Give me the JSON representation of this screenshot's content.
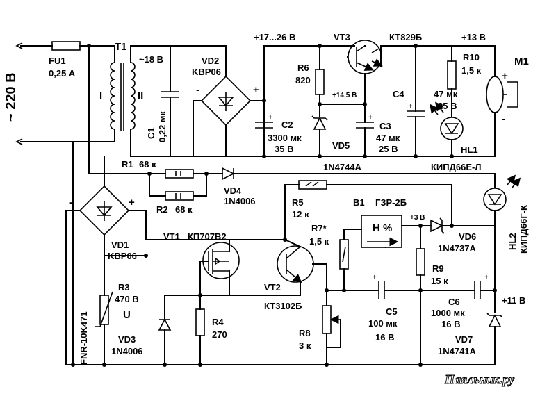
{
  "mains": {
    "voltage": "~ 220 В"
  },
  "rails": {
    "v17_26": "+17...26 В",
    "v13": "+13 В",
    "v14_5": "+14,5 В",
    "v3": "+3 В",
    "v11": "+11 В"
  },
  "FU1": {
    "ref": "FU1",
    "value": "0,25 А"
  },
  "T1": {
    "ref": "T1",
    "winding1": "I",
    "winding2": "II",
    "sec_voltage": "~18 В"
  },
  "VD2": {
    "ref": "VD2",
    "type": "KBP06"
  },
  "C1": {
    "ref": "C1",
    "value": "0,22 мк"
  },
  "C2": {
    "ref": "C2",
    "value": "3300 мк",
    "voltage": "35 В"
  },
  "R6": {
    "ref": "R6",
    "value": "820"
  },
  "VT3": {
    "ref": "VT3",
    "type": "КТ829Б"
  },
  "VD5": {
    "ref": "VD5",
    "type": "1N4744A"
  },
  "C3": {
    "ref": "C3",
    "value": "47 мк",
    "voltage": "25 В"
  },
  "C4": {
    "ref": "C4",
    "value": "47 мк",
    "voltage": "25 В"
  },
  "R10": {
    "ref": "R10",
    "value": "1,5 к"
  },
  "HL1": {
    "ref": "HL1",
    "type": "КИПД66Е-Л"
  },
  "M1": {
    "ref": "M1"
  },
  "R1": {
    "ref": "R1",
    "value": "68 к"
  },
  "R2": {
    "ref": "R2",
    "value": "68 к"
  },
  "VD4": {
    "ref": "VD4",
    "type": "1N4006"
  },
  "HL2": {
    "ref": "HL2",
    "type": "КИПД66Г-К"
  },
  "VD1": {
    "ref": "VD1",
    "type": "KBP06"
  },
  "R5": {
    "ref": "R5",
    "value": "12 к"
  },
  "B1": {
    "ref": "B1",
    "type": "ГЗР-2Б",
    "symbol": "H %"
  },
  "VT1": {
    "ref": "VT1",
    "type": "КП707В2"
  },
  "R7": {
    "ref": "R7*",
    "value": "1,5 к"
  },
  "VD6": {
    "ref": "VD6",
    "type": "1N4737A"
  },
  "R3": {
    "ref": "R3",
    "value": "470 В",
    "symbol": "U",
    "type": "FNR-10K471"
  },
  "VT2": {
    "ref": "VT2",
    "type": "КТ3102Б"
  },
  "R9": {
    "ref": "R9",
    "value": "15 к"
  },
  "R4": {
    "ref": "R4",
    "value": "270"
  },
  "C5": {
    "ref": "C5",
    "value": "100 мк",
    "voltage": "16 В"
  },
  "C6": {
    "ref": "C6",
    "value": "1000 мк",
    "voltage": "16 В"
  },
  "VD3": {
    "ref": "VD3",
    "type": "1N4006"
  },
  "R8": {
    "ref": "R8",
    "value": "3 к"
  },
  "VD7": {
    "ref": "VD7",
    "type": "1N4741A"
  },
  "watermark": "Паяльник.ру"
}
